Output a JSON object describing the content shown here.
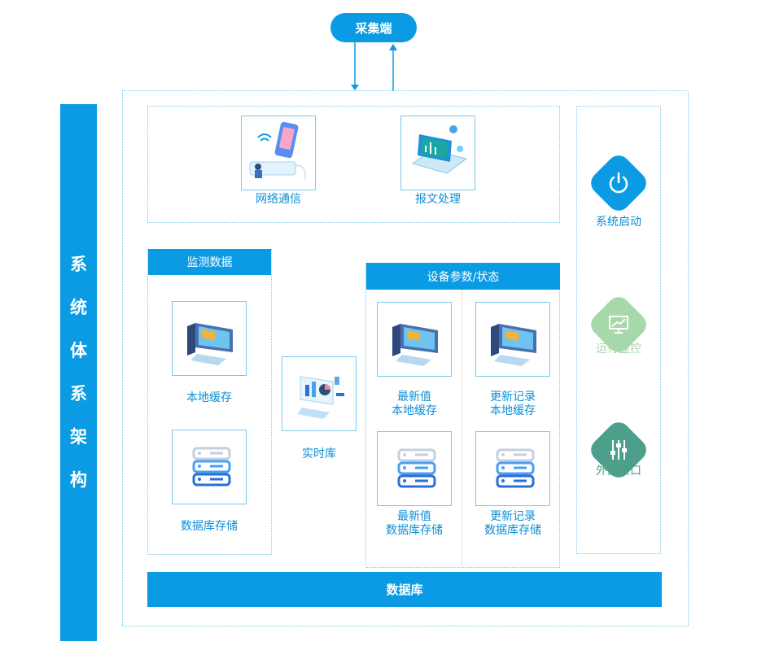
{
  "top_node": {
    "label": "采集端"
  },
  "side_bar": {
    "chars": [
      "系",
      "统",
      "体",
      "系",
      "架",
      "构"
    ]
  },
  "network": {
    "comm_label": "网络通信",
    "parse_label": "报文处理"
  },
  "monitor": {
    "header": "监测数据",
    "local_cache": "本地缓存",
    "db_storage": "数据库存储"
  },
  "realtime": {
    "label": "实时库"
  },
  "device": {
    "header": "设备参数/状态",
    "latest_cache_l1": "最新值",
    "latest_cache_l2": "本地缓存",
    "update_cache_l1": "更新记录",
    "update_cache_l2": "本地缓存",
    "latest_db_l1": "最新值",
    "latest_db_l2": "数据库存储",
    "update_db_l1": "更新记录",
    "update_db_l2": "数据库存储"
  },
  "right_panel": {
    "startup": "系统启动",
    "monitor": "运行监控",
    "external": "外部接口"
  },
  "colors": {
    "primary": "#0b9be4",
    "startup": "#0b9be4",
    "monitor": "#a7d8a9",
    "external": "#4b9f8b"
  },
  "icons": {
    "startup": "power-icon",
    "monitor": "monitor-chart-icon",
    "external": "sliders-icon"
  },
  "database": {
    "label": "数据库"
  }
}
